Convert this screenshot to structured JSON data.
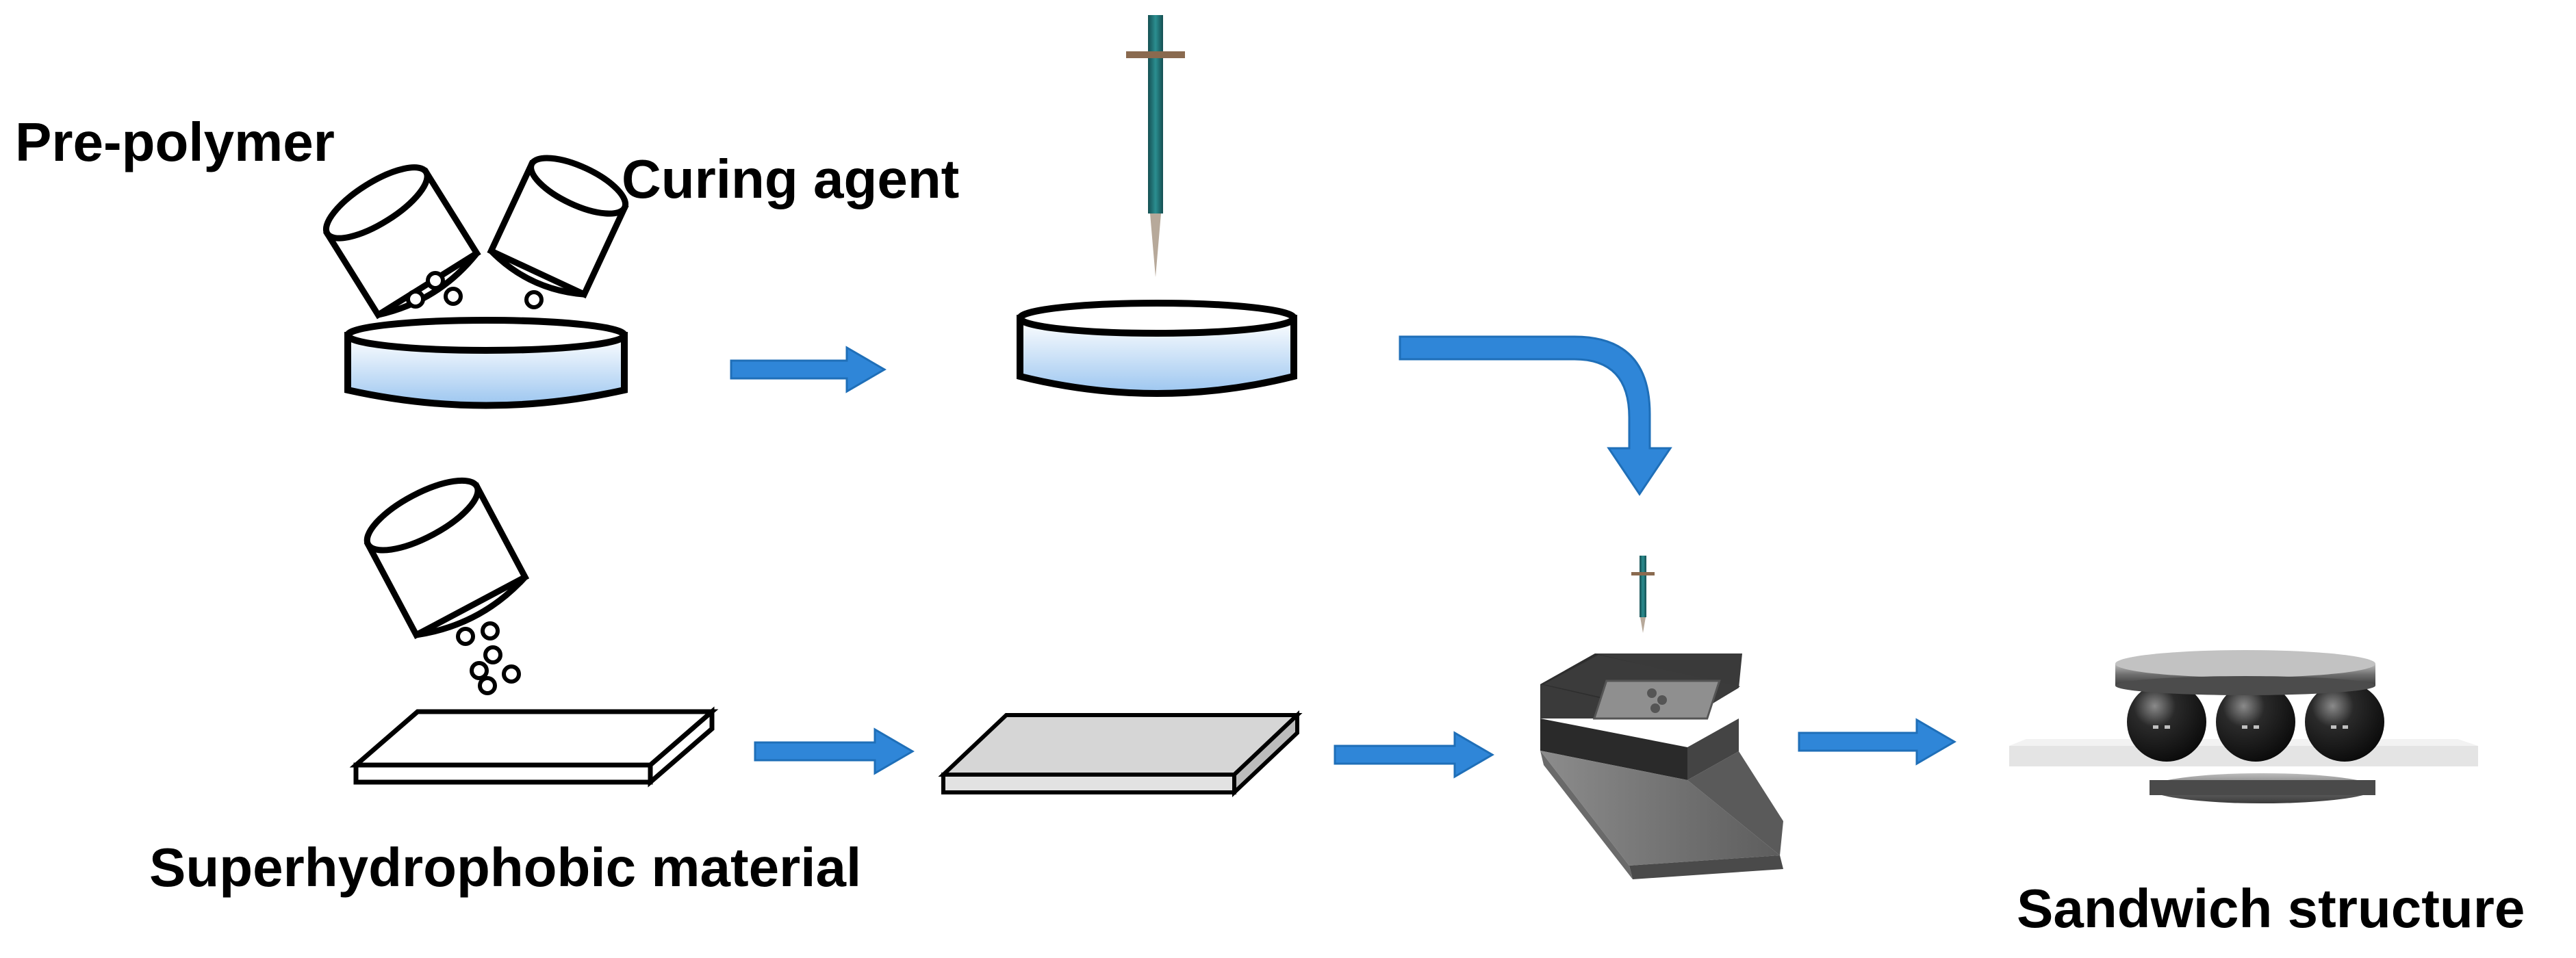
{
  "labels": {
    "pre_polymer": "Pre-polymer",
    "curing_agent": "Curing agent",
    "superhydrophobic": "Superhydrophobic material",
    "sandwich": "Sandwich structure"
  },
  "colors": {
    "arrow": "#2f86d8",
    "arrow_dark": "#1f6fb8",
    "dish_liquid": "#a9cef3",
    "needle": "#1f6f72",
    "coated_plate": "#d6d6d6",
    "press_base": "#7a7a7a",
    "press_dark": "#333333",
    "sphere": "#1e1e1e"
  },
  "icons": {
    "cup": "tilted-container-icon",
    "dish": "petri-dish-icon",
    "needle": "syringe-needle-icon",
    "plate": "flat-plate-icon",
    "press": "press-machine-icon",
    "sandwich": "sandwich-structure-icon"
  }
}
